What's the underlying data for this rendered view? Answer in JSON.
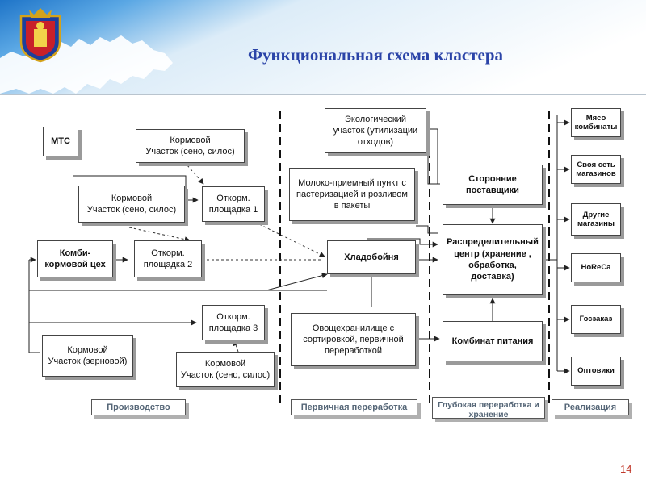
{
  "slide": {
    "title": "Функциональная схема кластера",
    "page_number": "14"
  },
  "boxes": {
    "mts": "МТС",
    "feed1": "Кормовой\nУчасток (сено, силос)",
    "feed2": "Кормовой\nУчасток (сено, силос)",
    "fatten1": "Откорм.\nплощадка 1",
    "mixfeed": "Комби-\nкормовой цех",
    "fatten2": "Откорм.\nплощадка 2",
    "fatten3": "Откорм.\nплощадка 3",
    "grain": "Кормовой\nУчасток (зерновой)",
    "feed3": "Кормовой\nУчасток (сено, силос)",
    "eco": "Экологический\nучасток (утилизации\nотходов)",
    "milk": "Молоко-приемный пункт с\nпастеризацией и розливом\nв пакеты",
    "slaughter": "Хладобойня",
    "veg": "Овощехранилище с\nсортировкой, первичной\nпереработкой",
    "suppliers": "Сторонние\nпоставщики",
    "distribution": "Распределительный\nцентр (хранение ,\nобработка, доставка)",
    "catering": "Комбинат питания",
    "meat": "Мясо\nкомбинаты",
    "ownnet": "Своя сеть\nмагазинов",
    "othershops": "Другие\nмагазины",
    "horeca": "HoReCa",
    "gov": "Госзаказ",
    "wholesale": "Оптовики"
  },
  "sections": {
    "production": "Производство",
    "primary": "Первичная переработка",
    "deep": "Глубокая переработка и\nхранение",
    "sales": "Реализация"
  },
  "colors": {
    "title": "#2b44a8",
    "page_number": "#c0392b",
    "header_sky": "#3a8fd6",
    "header_map": "#ffffff"
  }
}
